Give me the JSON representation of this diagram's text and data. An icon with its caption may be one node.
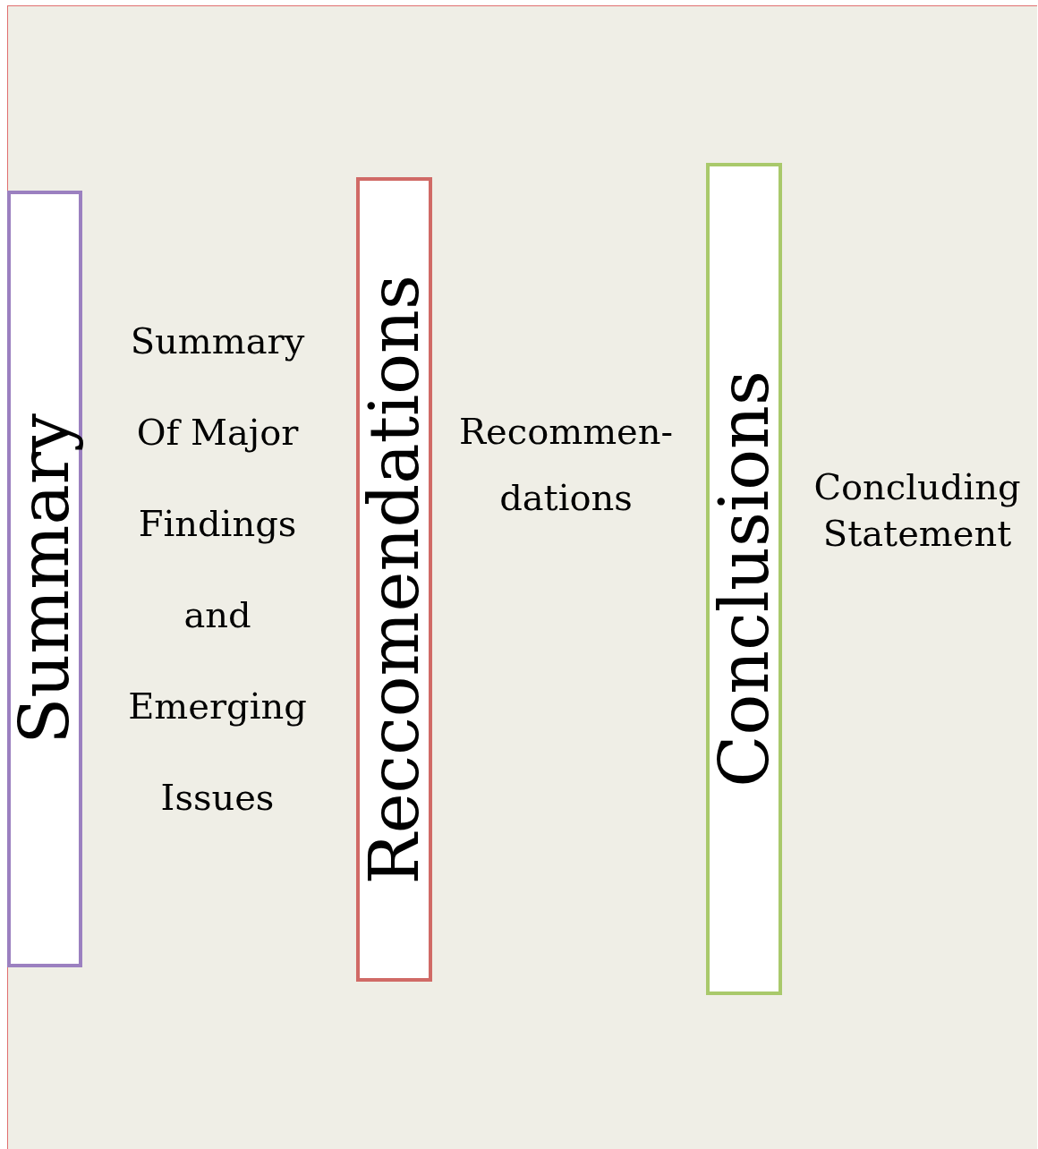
{
  "diagram": {
    "nodes": [
      {
        "text": [
          "Summary"
        ],
        "beside": [
          "Summary Of Major Findings and Emerging Issues"
        ]
      },
      {
        "text": [
          "Reccomendations"
        ],
        "beside": [
          "Recommen- dations"
        ]
      },
      {
        "text": [
          "Conclusions"
        ],
        "beside": [
          "Concluding Statement"
        ]
      }
    ]
  }
}
